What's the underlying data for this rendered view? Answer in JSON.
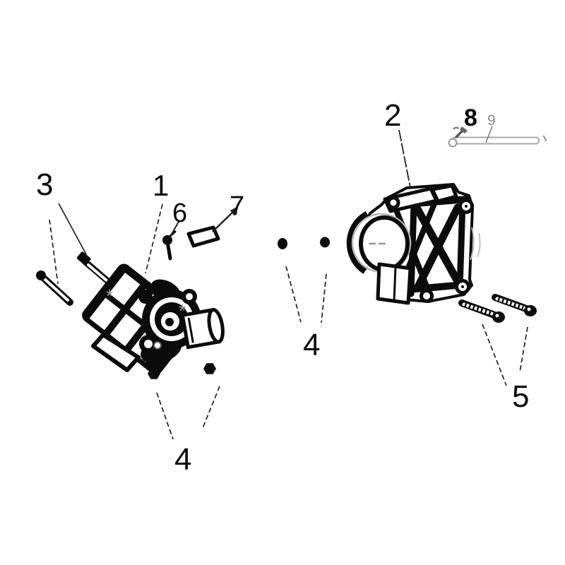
{
  "figure": {
    "type": "exploded-parts-diagram",
    "background": "#ffffff"
  },
  "colors": {
    "ink": "#0b0b0b",
    "leader_line": "#222222",
    "gray_part_outline": "#a9a9a9",
    "gray_label": "#8a8a8a",
    "gray_mark": "#999999",
    "white": "#ffffff"
  },
  "callouts": [
    {
      "label": "3"
    },
    {
      "label": "1"
    },
    {
      "label": "6"
    },
    {
      "label": "7"
    },
    {
      "label": "2"
    },
    {
      "label": "8"
    },
    {
      "label": "9"
    },
    {
      "label": "4"
    },
    {
      "label": "4"
    },
    {
      "label": "5"
    }
  ],
  "marks": {
    "asterisk": "*"
  }
}
